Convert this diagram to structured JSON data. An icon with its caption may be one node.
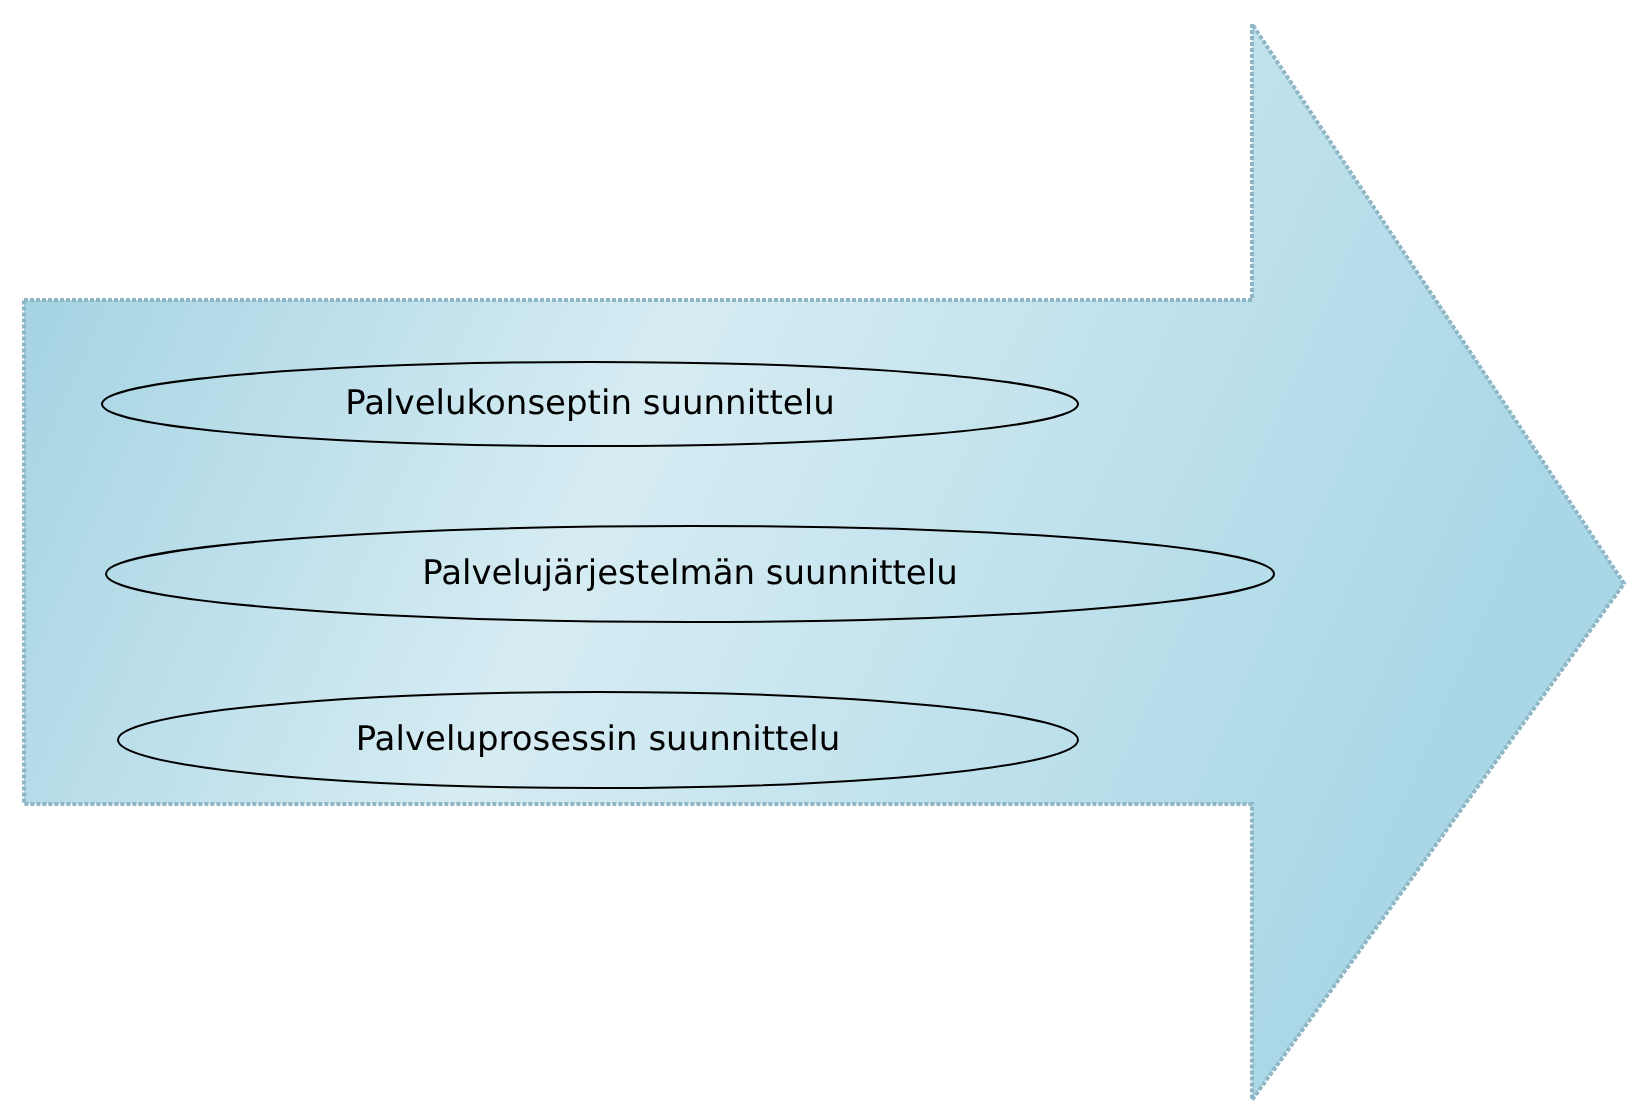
{
  "diagram": {
    "nodes": [
      {
        "text": [],
        "shape": "arrow"
      },
      {
        "text": [
          "Palvelukonseptin suunnittelu"
        ],
        "in": 0
      },
      {
        "text": [
          "Palvelujärjestelmän suunnittelu"
        ],
        "in": 0
      },
      {
        "text": [
          "Palveluprosessin suunnittelu"
        ],
        "in": 0
      }
    ]
  }
}
